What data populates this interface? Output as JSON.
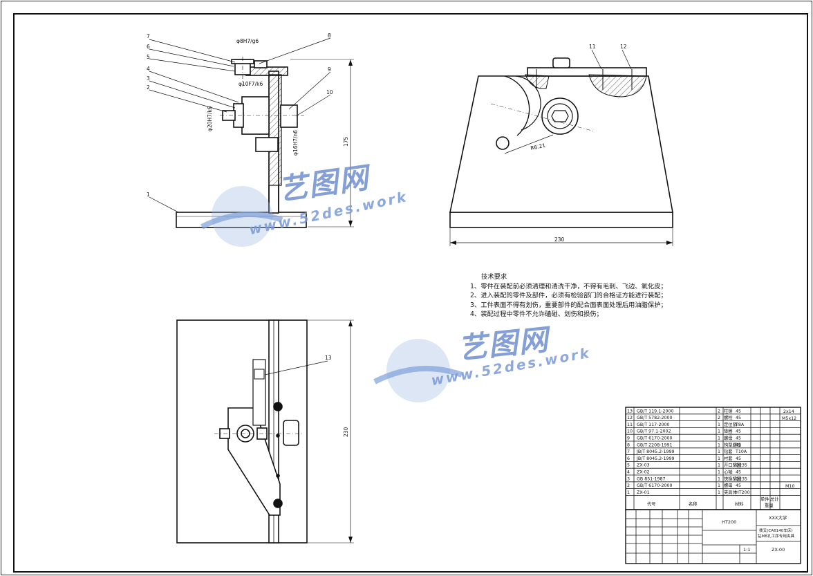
{
  "watermark": {
    "brand": "艺图网",
    "url": "www.52des.work"
  },
  "dimensions": {
    "fit_top": "φ8H7/g6",
    "fit_mid": "φ10F7/k6",
    "fit_left": "φ20H7/k6",
    "fit_bottom": "φ16H7/n6",
    "height_front": "175",
    "width_side": "230",
    "radius": "R6.21",
    "height_top": "230"
  },
  "balloons": {
    "front_left": [
      "7",
      "6",
      "5",
      "4",
      "3",
      "2"
    ],
    "front_right": [
      "8",
      "9",
      "10"
    ],
    "base": "1",
    "side": [
      "11",
      "12"
    ],
    "plan": "13"
  },
  "tech_req": {
    "title": "技术要求",
    "items": [
      "1、零件在装配前必须清理和清洗干净，不得有毛刺、飞边、氧化皮；",
      "2、进入装配的零件及部件，必须有检验部门的合格证方能进行装配；",
      "3、工件表面不得有划伤，重要部件的配合面表面处理后用油脂保护；",
      "4、装配过程中零件不允许磕碰、划伤和损伤；"
    ]
  },
  "bom": {
    "rows": [
      {
        "no": "13",
        "code": "GB/T 119.1-2000",
        "qty": "2",
        "name": "柱销",
        "mat": "45"
      },
      {
        "no": "12",
        "code": "GB/T 5782-2000",
        "qty": "2",
        "name": "螺栓",
        "mat": "45"
      },
      {
        "no": "11",
        "code": "GB/T 117-2000",
        "qty": "1",
        "name": "定位销",
        "mat": "T8A"
      },
      {
        "no": "10",
        "code": "GB/T 97.1-2002",
        "qty": "1",
        "name": "垫圈",
        "mat": "45"
      },
      {
        "no": "9",
        "code": "GB/T 6170-2000",
        "qty": "1",
        "name": "螺母",
        "mat": "45"
      },
      {
        "no": "8",
        "code": "GB/T 2208-1991",
        "qty": "1",
        "name": "钩型螺栓",
        "mat": "45"
      },
      {
        "no": "7",
        "code": "JB/T 8045.2-1999",
        "qty": "1",
        "name": "钻套",
        "mat": "T10A"
      },
      {
        "no": "6",
        "code": "JB/T 8045.2-1999",
        "qty": "1",
        "name": "衬套",
        "mat": "45"
      },
      {
        "no": "5",
        "code": "ZX-03",
        "qty": "1",
        "name": "开口垫圈",
        "mat": "Q235"
      },
      {
        "no": "4",
        "code": "ZX-02",
        "qty": "1",
        "name": "心轴",
        "mat": "45"
      },
      {
        "no": "3",
        "code": "GB 851-1987",
        "qty": "1",
        "name": "快换垫圈",
        "mat": "Q235"
      },
      {
        "no": "2",
        "code": "GB/T 6170-2000",
        "qty": "1",
        "name": "螺母",
        "mat": "45"
      },
      {
        "no": "1",
        "code": "ZX-01",
        "qty": "1",
        "name": "夹具体",
        "mat": "HT200"
      }
    ],
    "header": {
      "col_code": "代号",
      "col_name": "名称",
      "col_mat": "材料",
      "col_weight_single": "单件",
      "col_weight_total": "总计",
      "col_weight": "重量"
    },
    "side_notes": [
      "2x14",
      "M5x12",
      "M10"
    ]
  },
  "title_block": {
    "material": "HT200",
    "school": "XXX大学",
    "drawing_title_1": "拨叉(CA6140车床)",
    "drawing_title_2": "钻M8孔工序专用夹具",
    "drawing_no": "ZX-00",
    "scale": "1:1"
  }
}
